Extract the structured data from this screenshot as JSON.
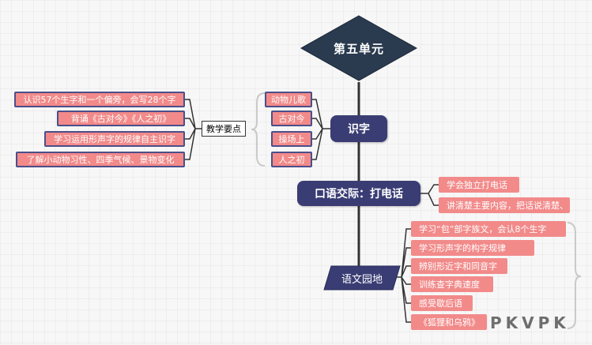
{
  "root": {
    "label": "第五单元"
  },
  "sections": {
    "literacy": {
      "label": "识字",
      "lessons": [
        "动物儿歌",
        "古对今",
        "操场上",
        "人之初"
      ],
      "key_points_label": "教学要点",
      "key_points": [
        "认识57个生字和一个偏旁，会写28个字",
        "背诵《古对今》《人之初》",
        "学习运用形声字的规律自主识字",
        "了解小动物习性、四季气候、景物变化"
      ]
    },
    "oral": {
      "label": "口语交际：打电话",
      "items": [
        "学会独立打电话",
        "讲清楚主要内容，把话说清楚、"
      ]
    },
    "garden": {
      "label": "语文园地",
      "items": [
        "学习“包”部字族文，会认8个生字",
        "学习形声字的构字规律",
        "辨别形近字和同音字",
        "训练查字典速度",
        "感受歇后语",
        "《狐狸和乌鸦》"
      ]
    }
  },
  "watermark": "PKVPK",
  "colors": {
    "main": "#3a3d74",
    "leaf": "#f28a8a",
    "line": "#333333",
    "bracket": "#c9c9c9"
  }
}
